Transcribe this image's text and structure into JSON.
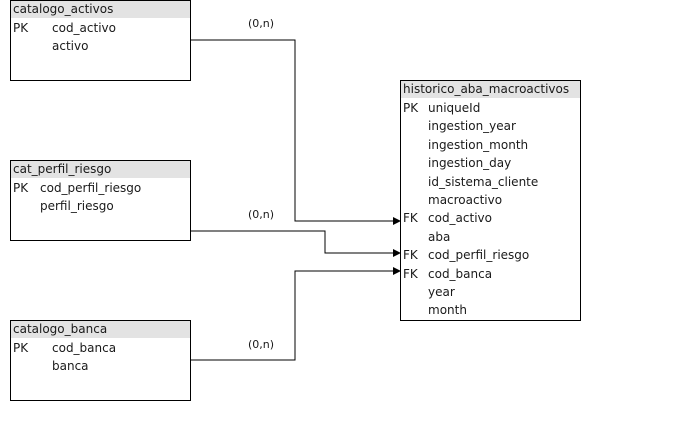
{
  "entities": {
    "catalogo_activos": {
      "title": "catalogo_activos",
      "rows": [
        {
          "key": "PK",
          "name": "cod_activo"
        },
        {
          "key": "",
          "name": "activo"
        }
      ]
    },
    "cat_perfil_riesgo": {
      "title": "cat_perfil_riesgo",
      "rows": [
        {
          "key": "PK",
          "name": "cod_perfil_riesgo"
        },
        {
          "key": "",
          "name": "perfil_riesgo"
        }
      ]
    },
    "catalogo_banca": {
      "title": "catalogo_banca",
      "rows": [
        {
          "key": "PK",
          "name": "cod_banca"
        },
        {
          "key": "",
          "name": "banca"
        }
      ]
    },
    "historico": {
      "title": "historico_aba_macroactivos",
      "rows": [
        {
          "key": "PK",
          "name": "uniqueId"
        },
        {
          "key": "",
          "name": "ingestion_year"
        },
        {
          "key": "",
          "name": "ingestion_month"
        },
        {
          "key": "",
          "name": "ingestion_day"
        },
        {
          "key": "",
          "name": "id_sistema_cliente"
        },
        {
          "key": "",
          "name": "macroactivo"
        },
        {
          "key": "FK",
          "name": "cod_activo"
        },
        {
          "key": "",
          "name": "aba"
        },
        {
          "key": "FK",
          "name": "cod_perfil_riesgo"
        },
        {
          "key": "FK",
          "name": "cod_banca"
        },
        {
          "key": "",
          "name": "year"
        },
        {
          "key": "",
          "name": "month"
        }
      ]
    }
  },
  "relations": [
    {
      "from": "catalogo_activos",
      "to": "historico",
      "label": "(0,n)"
    },
    {
      "from": "cat_perfil_riesgo",
      "to": "historico",
      "label": "(0,n)"
    },
    {
      "from": "catalogo_banca",
      "to": "historico",
      "label": "(0,n)"
    }
  ]
}
